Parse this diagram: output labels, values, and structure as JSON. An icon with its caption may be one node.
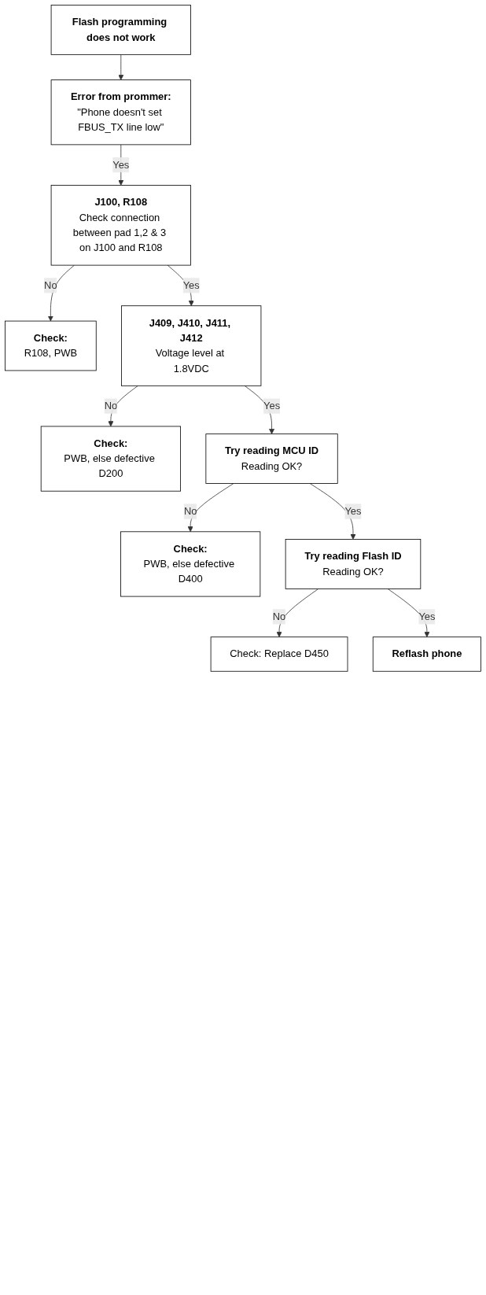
{
  "diagram": {
    "nodes": [
      {
        "text": [
          "Flash programming does not work"
        ]
      },
      {
        "text": [
          "Error from prommer:",
          "\"Phone doesn't set FBUS_TX line low\""
        ]
      },
      {
        "text": [
          "J100, R108",
          "Check connection between pad 1,2 & 3 on J100 and R108"
        ]
      },
      {
        "text": [
          "Check:",
          "R108, PWB"
        ]
      },
      {
        "text": [
          "J409, J410, J411, J412",
          "Voltage level at 1.8VDC"
        ]
      },
      {
        "text": [
          "Check:",
          "PWB, else defective D200"
        ]
      },
      {
        "text": [
          "Try reading MCU ID",
          "Reading OK?"
        ]
      },
      {
        "text": [
          "Check:",
          "PWB, else defective D400"
        ]
      },
      {
        "text": [
          "Try reading Flash ID",
          "Reading OK?"
        ]
      },
      {
        "text": [
          "Check: Replace D450"
        ]
      },
      {
        "text": [
          "Reflash phone"
        ]
      }
    ],
    "edges": [
      {
        "from": 0,
        "to": 1,
        "arrow": "to"
      },
      {
        "from": 1,
        "to": 2,
        "arrow": "to",
        "label": "Yes"
      },
      {
        "from": 2,
        "to": 3,
        "arrow": "to",
        "label": "No"
      },
      {
        "from": 2,
        "to": 4,
        "arrow": "to",
        "label": "Yes"
      },
      {
        "from": 4,
        "to": 5,
        "arrow": "to",
        "label": "No"
      },
      {
        "from": 4,
        "to": 6,
        "arrow": "to",
        "label": "Yes"
      },
      {
        "from": 6,
        "to": 7,
        "arrow": "to",
        "label": "No"
      },
      {
        "from": 6,
        "to": 8,
        "arrow": "to",
        "label": "Yes"
      },
      {
        "from": 8,
        "to": 9,
        "arrow": "to",
        "label": "No"
      },
      {
        "from": 8,
        "to": 10,
        "arrow": "to",
        "label": "Yes"
      }
    ]
  }
}
